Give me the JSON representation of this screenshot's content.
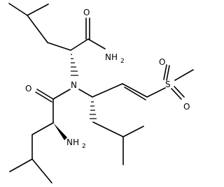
{
  "molecule": {
    "atoms": {
      "o_amide_top": "O",
      "n_amide_top": "NH",
      "n_amide_top_sub": "2",
      "n_central": "N",
      "o_left": "O",
      "s_sulfonyl": "S",
      "o_sulfonyl_upper": "O",
      "o_sulfonyl_lower": "O",
      "n_amine": "NH",
      "n_amine_sub": "2"
    }
  }
}
